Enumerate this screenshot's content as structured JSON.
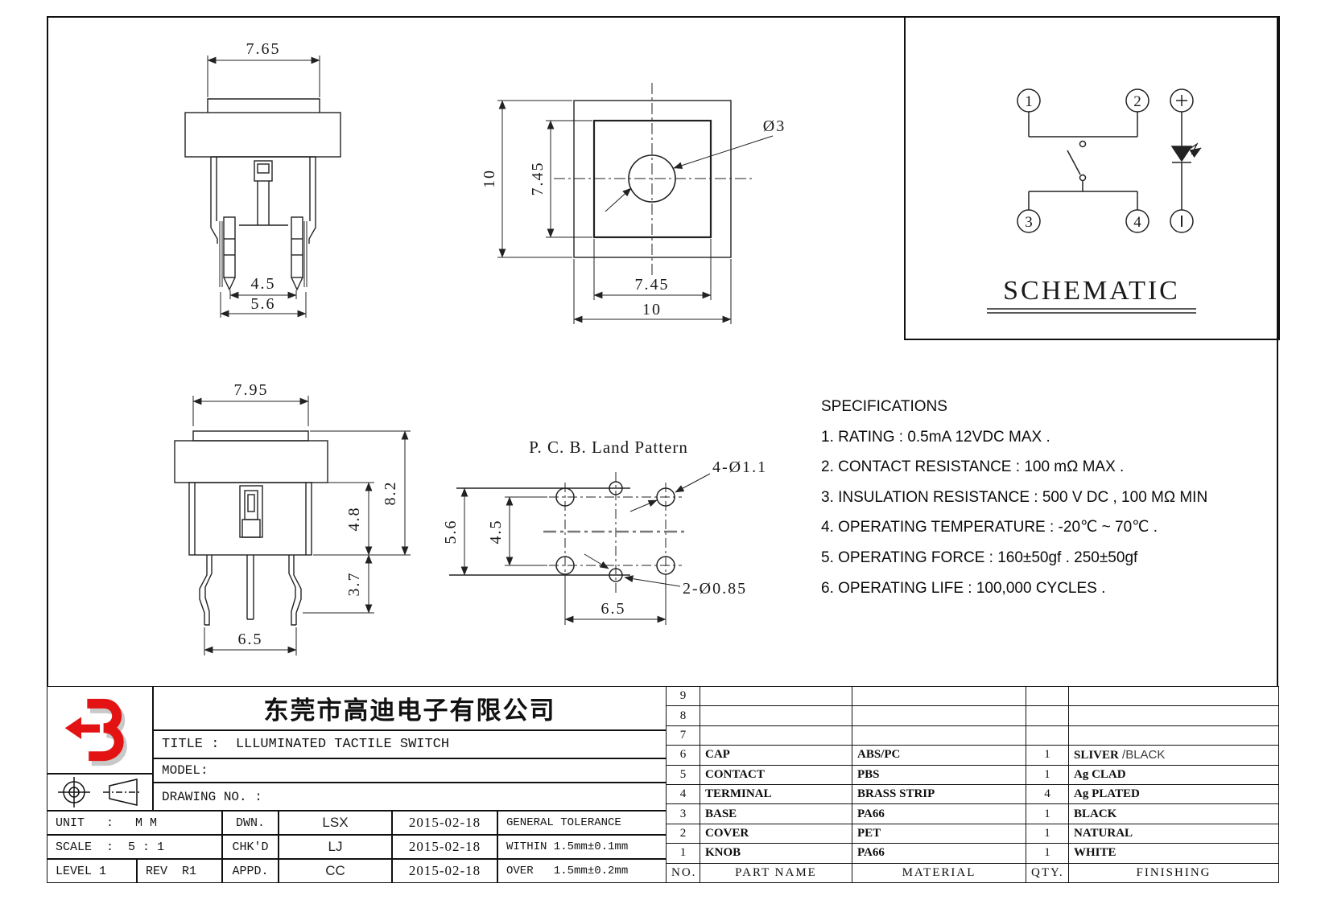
{
  "views": {
    "front": {
      "dim_width": "7.65",
      "dim_pins_inner": "4.5",
      "dim_pins_outer": "5.6"
    },
    "top": {
      "dim_left_outer": "10",
      "dim_left_inner": "7.45",
      "dim_bottom_inner": "7.45",
      "dim_bottom_outer": "10",
      "hole_label": "Ø3"
    },
    "side": {
      "dim_width": "7.95",
      "dim_height_total": "8.2",
      "dim_height_body": "4.8",
      "dim_leg": "3.7",
      "dim_pins": "6.5"
    },
    "pcb": {
      "title": "P. C. B. Land Pattern",
      "dim_vertical_outer": "5.6",
      "dim_vertical_inner": "4.5",
      "dim_horizontal": "6.5",
      "label_corner_holes": "4-Ø1.1",
      "label_center_holes": "2-Ø0.85"
    },
    "schematic": {
      "title": "SCHEMATIC",
      "pin1": "1",
      "pin2": "2",
      "pin3": "3",
      "pin4": "4",
      "anode": "+"
    }
  },
  "specifications": {
    "title": "SPECIFICATIONS",
    "items": [
      "1. RATING : 0.5mA 12VDC MAX .",
      "2. CONTACT RESISTANCE : 100 mΩ MAX .",
      "3. INSULATION RESISTANCE : 500 V DC , 100 MΩ MIN",
      "4. OPERATING TEMPERATURE : -20℃ ~ 70℃ .",
      "5. OPERATING FORCE : 160±50gf . 250±50gf",
      "6. OPERATING LIFE : 100,000 CYCLES ."
    ]
  },
  "title_block": {
    "company": "东莞市高迪电子有限公司",
    "title_label": "TITLE :",
    "title_value": "LLLUMINATED TACTILE SWITCH",
    "model_label": "MODEL:",
    "drawing_no_label": "DRAWING NO. :",
    "unit": "UNIT   :   M M",
    "scale": "SCALE  :  5 : 1",
    "level": "LEVEL 1",
    "rev": "REV  R1",
    "dwn_label": "DWN.",
    "dwn_name": "LSX",
    "dwn_date": "2015-02-18",
    "chkd_label": "CHK'D",
    "chkd_name": "LJ",
    "chkd_date": "2015-02-18",
    "appd_label": "APPD.",
    "appd_name": "CC",
    "appd_date": "2015-02-18",
    "tolerance_title": "GENERAL TOLERANCE",
    "tolerance_within": "WITHIN 1.5mm±0.1mm",
    "tolerance_over": "OVER   1.5mm±0.2mm"
  },
  "parts_table": {
    "headers": {
      "no": "NO.",
      "part_name": "PART NAME",
      "material": "MATERIAL",
      "qty": "QTY.",
      "finishing": "FINISHING"
    },
    "rows": [
      {
        "no": "9",
        "part_name": "",
        "material": "",
        "qty": "",
        "finishing": ""
      },
      {
        "no": "8",
        "part_name": "",
        "material": "",
        "qty": "",
        "finishing": ""
      },
      {
        "no": "7",
        "part_name": "",
        "material": "",
        "qty": "",
        "finishing": ""
      },
      {
        "no": "6",
        "part_name": "CAP",
        "material": "ABS/PC",
        "qty": "1",
        "finishing": "SLIVER",
        "finishing_note": " /BLACK"
      },
      {
        "no": "5",
        "part_name": "CONTACT",
        "material": "PBS",
        "qty": "1",
        "finishing": "Ag CLAD"
      },
      {
        "no": "4",
        "part_name": "TERMINAL",
        "material": "BRASS STRIP",
        "qty": "4",
        "finishing": "Ag PLATED"
      },
      {
        "no": "3",
        "part_name": "BASE",
        "material": "PA66",
        "qty": "1",
        "finishing": "BLACK"
      },
      {
        "no": "2",
        "part_name": "COVER",
        "material": "PET",
        "qty": "1",
        "finishing": "NATURAL"
      },
      {
        "no": "1",
        "part_name": "KNOB",
        "material": "PA66",
        "qty": "1",
        "finishing": "WHITE"
      }
    ]
  },
  "colors": {
    "logo_red": "#e31313",
    "line": "#222222"
  }
}
